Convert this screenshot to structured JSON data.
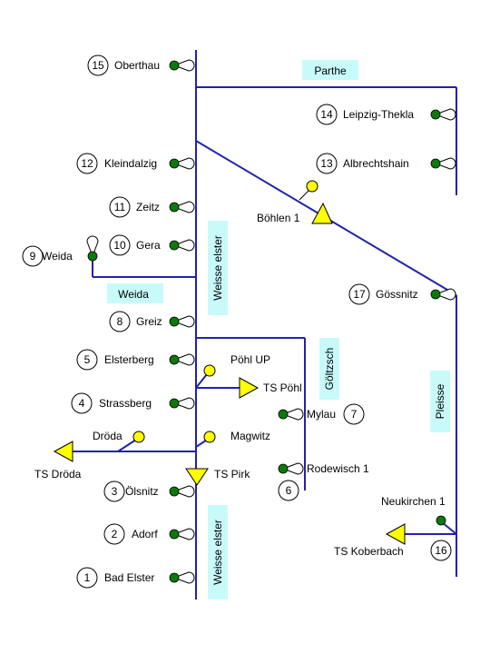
{
  "colors": {
    "river": "#2222aa",
    "gauge_dot": "#0b7a0b",
    "reservoir": "#ffff00",
    "label_box": "#c8fafa",
    "text": "#000000"
  },
  "rivers": {
    "parthe": "Parthe",
    "weisse_elster_upper": "Weisse elster",
    "weisse_elster_lower": "Weisse elster",
    "weida": "Weida",
    "goltzsch": "Göltzsch",
    "pleisse": "Pleisse"
  },
  "gauges": [
    {
      "id": "g15",
      "number": "15",
      "name": "Oberthau",
      "icon": "gauge-dot-icon"
    },
    {
      "id": "g14",
      "number": "14",
      "name": "Leipzig-Thekla",
      "icon": "gauge-dot-icon"
    },
    {
      "id": "g13",
      "number": "13",
      "name": "Albrechtshain",
      "icon": "gauge-dot-icon"
    },
    {
      "id": "g12",
      "number": "12",
      "name": "Kleindalzig",
      "icon": "gauge-dot-icon"
    },
    {
      "id": "g11",
      "number": "11",
      "name": "Zeitz",
      "icon": "gauge-dot-icon"
    },
    {
      "id": "g10",
      "number": "10",
      "name": "Gera",
      "icon": "gauge-dot-icon"
    },
    {
      "id": "g9",
      "number": "9",
      "name": "Weida",
      "icon": "gauge-dot-icon"
    },
    {
      "id": "g17",
      "number": "17",
      "name": "Gössnitz",
      "icon": "gauge-dot-icon"
    },
    {
      "id": "g8",
      "number": "8",
      "name": "Greiz",
      "icon": "gauge-dot-icon"
    },
    {
      "id": "g5",
      "number": "5",
      "name": "Elsterberg",
      "icon": "gauge-dot-icon"
    },
    {
      "id": "g4",
      "number": "4",
      "name": "Strassberg",
      "icon": "gauge-dot-icon"
    },
    {
      "id": "g7",
      "number": "7",
      "name": "Mylau",
      "icon": "gauge-dot-icon"
    },
    {
      "id": "g6",
      "number": "6",
      "name": "Rodewisch 1",
      "icon": "gauge-dot-icon"
    },
    {
      "id": "g3",
      "number": "3",
      "name": "Ölsnitz",
      "icon": "gauge-dot-icon"
    },
    {
      "id": "g16",
      "number": "16",
      "name": "Neukirchen 1",
      "icon": "gauge-dot-icon"
    },
    {
      "id": "g2",
      "number": "2",
      "name": "Adorf",
      "icon": "gauge-dot-icon"
    },
    {
      "id": "g1",
      "number": "1",
      "name": "Bad Elster",
      "icon": "gauge-dot-icon"
    }
  ],
  "inflows": {
    "bohlen": "Böhlen 1",
    "pohl_up": "Pöhl UP",
    "droda": "Dröda",
    "magwitz": "Magwitz"
  },
  "reservoirs": {
    "ts_pohl": "TS Pöhl",
    "ts_droda": "TS Dröda",
    "ts_pirk": "TS Pirk",
    "ts_koberbach": "TS Koberbach"
  }
}
